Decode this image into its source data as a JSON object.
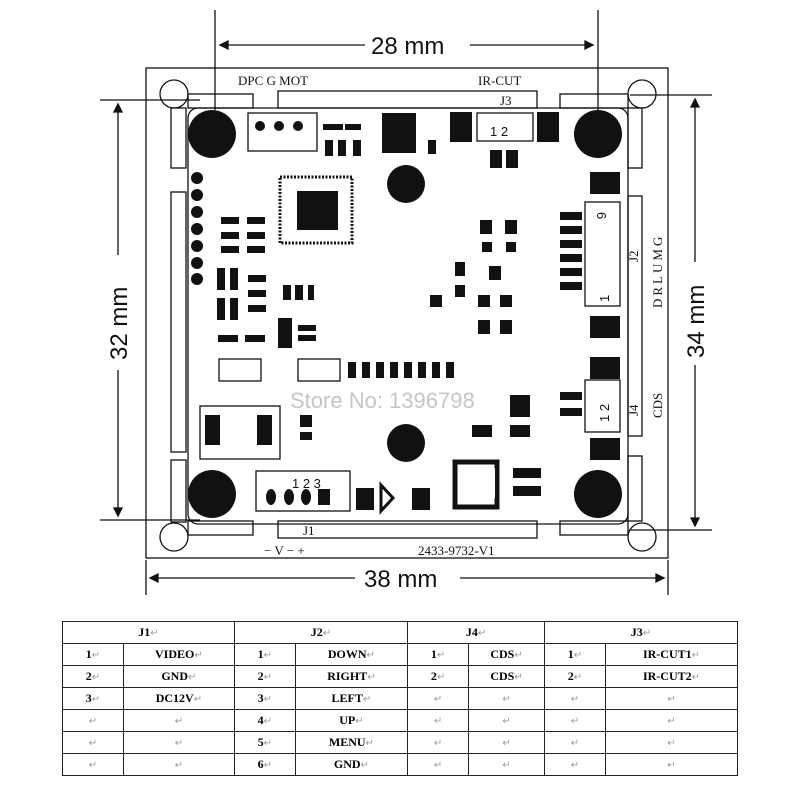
{
  "dimensions": {
    "top": "28 mm",
    "bottom": "38 mm",
    "left": "32 mm",
    "right": "34 mm"
  },
  "silkscreen": {
    "dpc_g_mot": "DPC  G  MOT",
    "ir_cut": "IR-CUT",
    "j1": "J1",
    "j2": "J2",
    "j3": "J3",
    "j4": "J4",
    "j3_pins": "1 2",
    "j4_pins": "1 2",
    "j1_pins": "1 2 3",
    "j2_pin_top": "6",
    "j2_pin_bottom": "1",
    "drlumg": "DRLUMG",
    "cds": "CDS",
    "power": "− V − +",
    "part_number": "2433-9732-V1"
  },
  "watermark": "Store No: 1396798",
  "pin_table": {
    "headers": [
      "J1",
      "J2",
      "J4",
      "J3"
    ],
    "rows": [
      [
        "1",
        "VIDEO",
        "1",
        "DOWN",
        "1",
        "CDS",
        "1",
        "IR-CUT1"
      ],
      [
        "2",
        "GND",
        "2",
        "RIGHT",
        "2",
        "CDS",
        "2",
        "IR-CUT2"
      ],
      [
        "3",
        "DC12V",
        "3",
        "LEFT",
        "",
        "",
        "",
        ""
      ],
      [
        "",
        "",
        "4",
        "UP",
        "",
        "",
        "",
        ""
      ],
      [
        "",
        "",
        "5",
        "MENU",
        "",
        "",
        "",
        ""
      ],
      [
        "",
        "",
        "6",
        "GND",
        "",
        "",
        "",
        ""
      ]
    ]
  }
}
